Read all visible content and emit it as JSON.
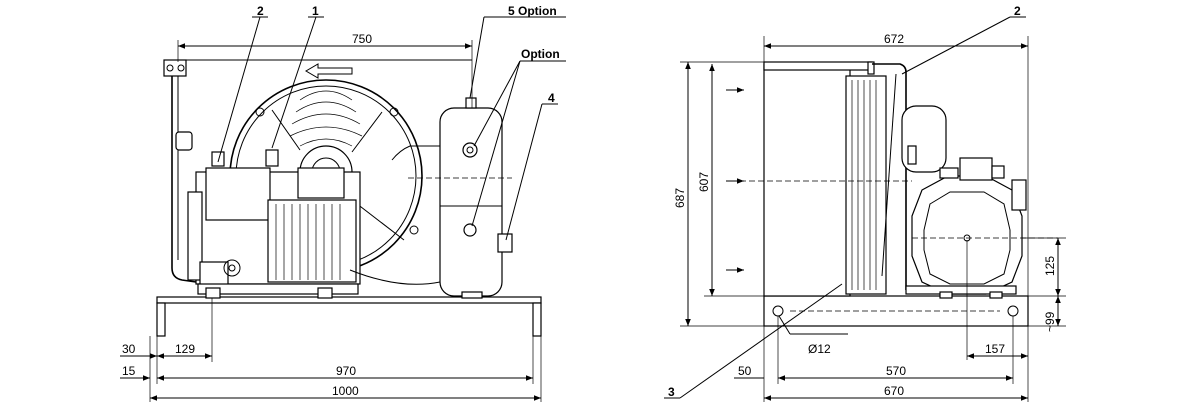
{
  "callouts": {
    "front_2": "2",
    "front_1": "1",
    "front_5": "5 Option",
    "front_option": "Option",
    "front_4": "4",
    "side_2": "2",
    "side_3": "3"
  },
  "dimensions": {
    "front_top_width": "750",
    "front_30": "30",
    "front_129": "129",
    "front_15": "15",
    "front_970": "970",
    "front_1000": "1000",
    "side_top_width": "672",
    "side_height_687": "687",
    "side_height_607": "607",
    "side_125": "125",
    "side_99": "~99",
    "side_hole": "Ø12",
    "side_157": "157",
    "side_50": "50",
    "side_570": "570",
    "side_670": "670"
  }
}
